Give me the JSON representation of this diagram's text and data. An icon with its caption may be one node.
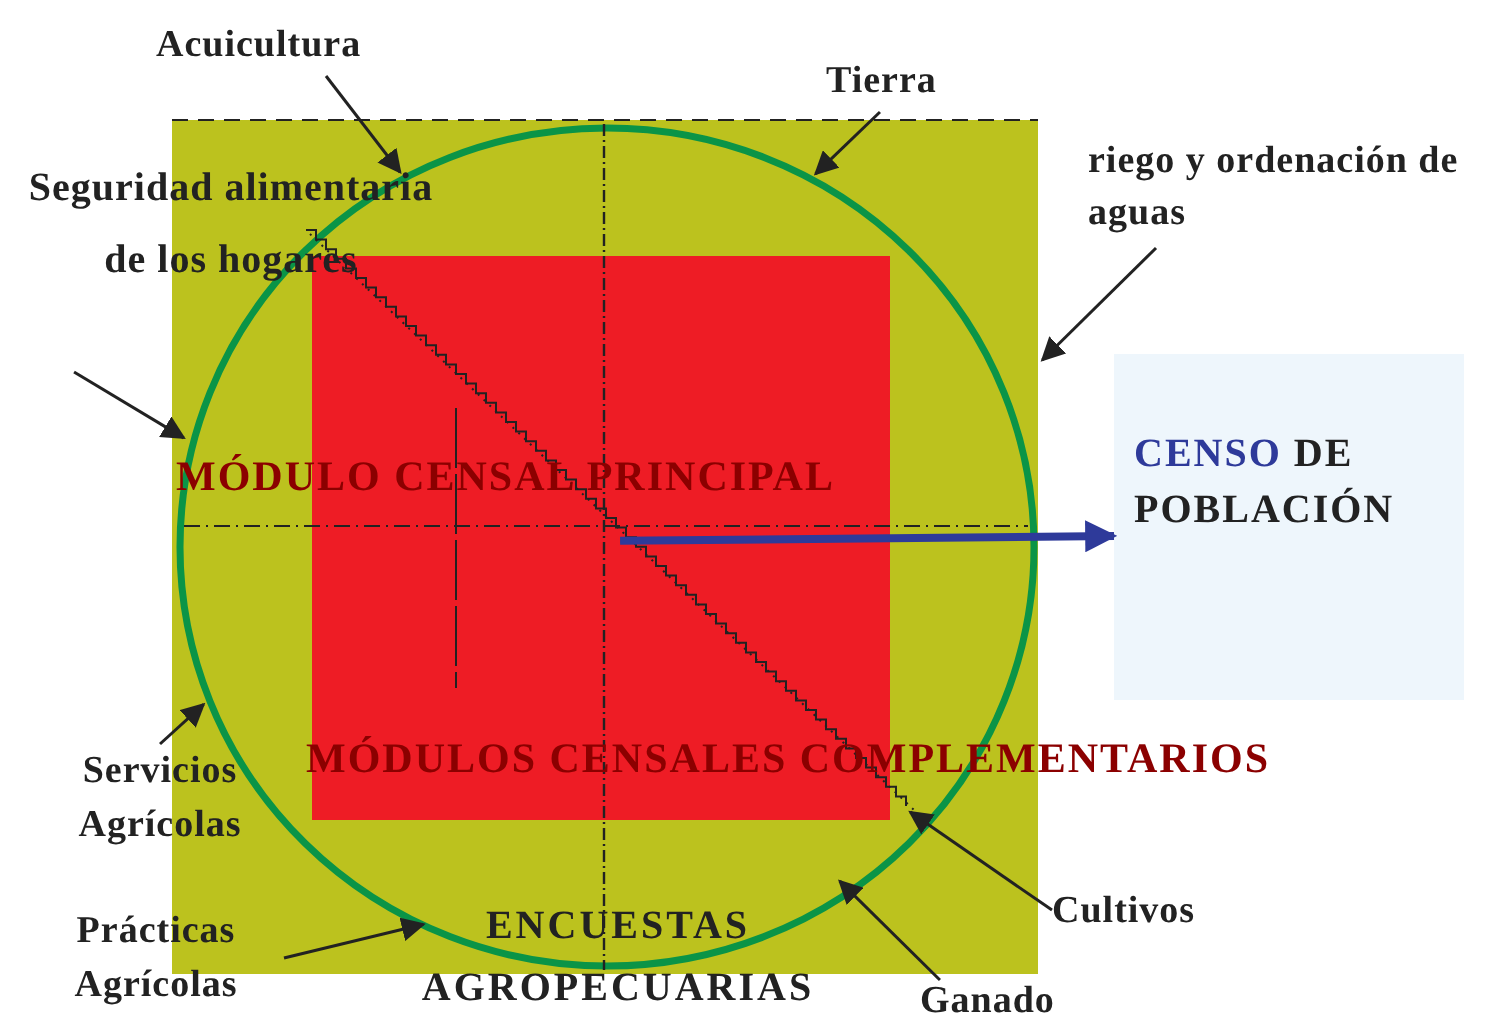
{
  "diagram": {
    "nodes": [
      {
        "text": [],
        "shape": "box"
      },
      {
        "text": [],
        "shape": "circle",
        "in": 0
      },
      {
        "text": [],
        "shape": "box",
        "in": 1
      },
      {
        "text": [
          "CENSO",
          "DE POBLACIÓN"
        ]
      },
      {
        "text": [
          "Acuicultura"
        ]
      },
      {
        "text": [
          "Tierra"
        ]
      },
      {
        "text": [
          "riego y ordenación de aguas"
        ]
      },
      {
        "text": [
          "Seguridad alimentaria de los hogares"
        ]
      },
      {
        "text": [
          "Servicios Agrícolas"
        ]
      },
      {
        "text": [
          "Prácticas Agrícolas"
        ]
      },
      {
        "text": [
          "Cultivos"
        ]
      },
      {
        "text": [
          "Ganado"
        ]
      }
    ],
    "edges": [
      {
        "from": 2,
        "to": 3,
        "arrow": "to",
        "style": "thick",
        "color": "#2e3a9a"
      },
      {
        "from": 4,
        "to": 1,
        "arrow": "to"
      },
      {
        "from": 5,
        "to": 1,
        "arrow": "to"
      },
      {
        "from": 6,
        "to": 0,
        "arrow": "to"
      },
      {
        "from": 7,
        "to": 1,
        "arrow": "to"
      },
      {
        "from": 8,
        "to": 1,
        "arrow": "to"
      },
      {
        "from": 9,
        "to": 1,
        "arrow": "to"
      },
      {
        "from": 10,
        "to": 2,
        "arrow": "to"
      },
      {
        "from": 11,
        "to": 1,
        "arrow": "to"
      }
    ],
    "labels": [
      "MÓDULO CENSAL PRINCIPAL",
      "MÓDULOS CENSALES COMPLEMENTARIOS",
      "ENCUESTAS AGROPECUARIAS"
    ]
  }
}
